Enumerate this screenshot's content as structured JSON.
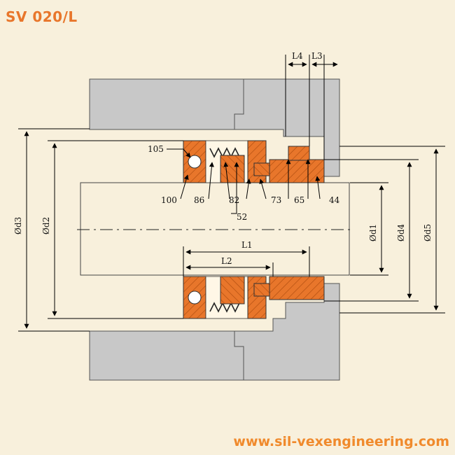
{
  "title": "SV 020/L",
  "website": "www.sil-vexengineering.com",
  "colors": {
    "background": "#f8f0dc",
    "housing": "#c8c8c8",
    "shaft": "#f8f0dc",
    "seal_parts": "#e8762b",
    "title": "#e8762b"
  },
  "part_labels": {
    "p105": "105",
    "p100": "100",
    "p86": "86",
    "p82": "82",
    "p52": "52",
    "p73": "73",
    "p65": "65",
    "p44": "44"
  },
  "dimensions": {
    "d1": "Ød1",
    "d2": "Ød2",
    "d3": "Ød3",
    "d4": "Ød4",
    "d5": "Ød5",
    "L1": "L1",
    "L2": "L2",
    "L3": "L3",
    "L4": "L4"
  }
}
